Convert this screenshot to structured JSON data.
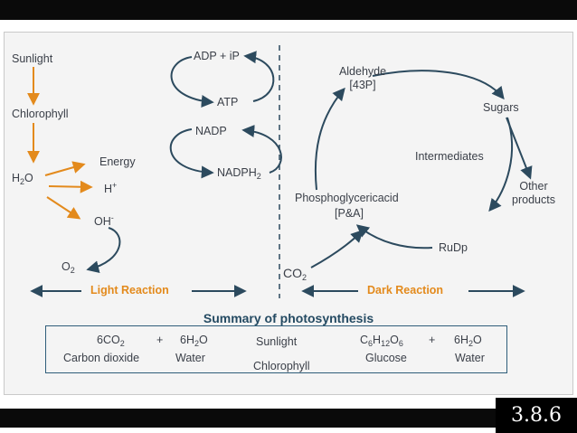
{
  "labels": {
    "sunlight": "Sunlight",
    "chlorophyll": "Chlorophyll",
    "h2o_main": "H",
    "h2o_sub": "2",
    "h2o_tail": "O",
    "energy": "Energy",
    "h_main": "H",
    "h_sup": "+",
    "oh_main": "OH",
    "oh_sup": "-",
    "o2_main": "O",
    "o2_sub": "2",
    "adp": "ADP + iP",
    "atp": "ATP",
    "nadp": "NADP",
    "nadph_main": "NADPH",
    "nadph_sub": "2",
    "aldehyde": "Aldehyde",
    "aldehyde_code": "[43P]",
    "sugars": "Sugars",
    "intermediates": "Intermediates",
    "other": "Other",
    "products": "products",
    "pga": "Phosphoglycericacid",
    "pga_code": "[P&A]",
    "rudp": "RuDp",
    "co2_main": "CO",
    "co2_sub": "2",
    "light_reaction": "Light Reaction",
    "dark_reaction": "Dark Reaction"
  },
  "summary": {
    "title": "Summary of photosynthesis",
    "co2_a": "6CO",
    "co2_sub": "2",
    "plus1": "+",
    "water_a": "6H",
    "water_sub": "2",
    "water_b": "O",
    "sunlight": "Sunlight",
    "glucose_a": "C",
    "glucose_sub1": "6",
    "glucose_b": "H",
    "glucose_sub2": "12",
    "glucose_c": "O",
    "glucose_sub3": "6",
    "plus2": "+",
    "water2_a": "6H",
    "water2_sub": "2",
    "water2_b": "O",
    "carbon_dioxide": "Carbon dioxide",
    "water": "Water",
    "chlorophyll": "Chlorophyll",
    "glucose": "Glucose",
    "water2": "Water"
  },
  "badge": "3.8.6",
  "colors": {
    "arrow_orange": "#e38a1c",
    "arrow_dark": "#2c4a5e",
    "text": "#3a3f48",
    "title_blue": "#244a62"
  }
}
